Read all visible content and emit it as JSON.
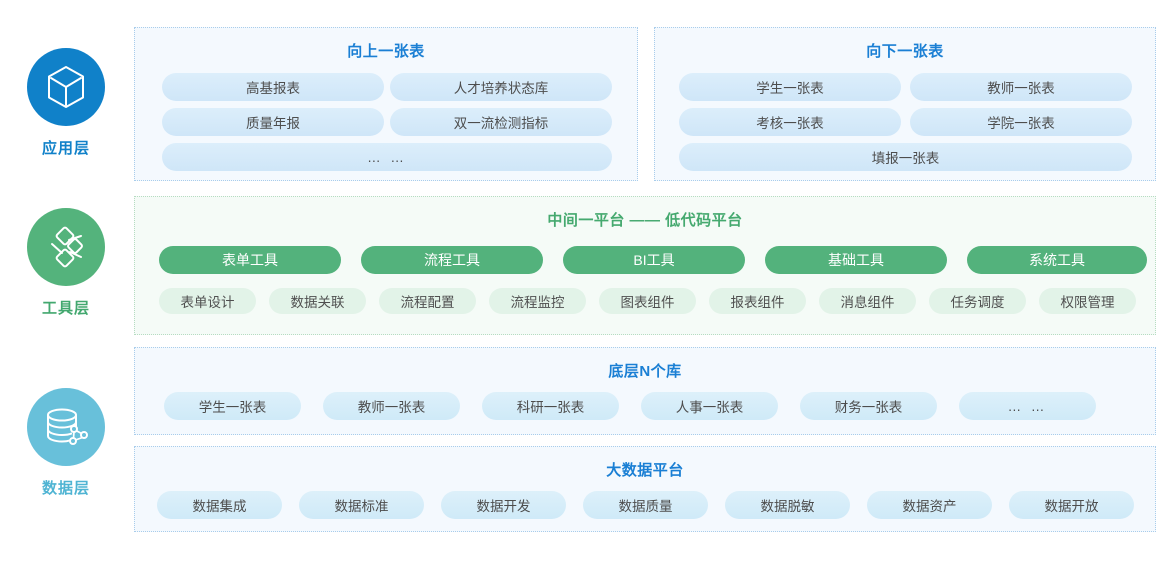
{
  "rail": {
    "layers": [
      {
        "id": "application",
        "label": "应用层",
        "icon": "cube-icon",
        "color": "#1081c9"
      },
      {
        "id": "tool",
        "label": "工具层",
        "icon": "nodes-network-icon",
        "color": "#54b37c"
      },
      {
        "id": "data",
        "label": "数据层",
        "icon": "database-icon",
        "color": "#68c0da"
      }
    ]
  },
  "application_layer": {
    "panels": [
      {
        "title": "向上一张表",
        "rows": [
          [
            "高基报表",
            "人才培养状态库"
          ],
          [
            "质量年报",
            "双一流检测指标"
          ],
          [
            "… …"
          ]
        ]
      },
      {
        "title": "向下一张表",
        "rows": [
          [
            "学生一张表",
            "教师一张表"
          ],
          [
            "考核一张表",
            "学院一张表"
          ],
          [
            "填报一张表"
          ]
        ]
      }
    ]
  },
  "tool_layer": {
    "title": "中间一平台 —— 低代码平台",
    "main_tools": [
      "表单工具",
      "流程工具",
      "BI工具",
      "基础工具",
      "系统工具"
    ],
    "sub_tools": [
      "表单设计",
      "数据关联",
      "流程配置",
      "流程监控",
      "图表组件",
      "报表组件",
      "消息组件",
      "任务调度",
      "权限管理"
    ]
  },
  "data_layer": {
    "panels": [
      {
        "title": "底层N个库",
        "items": [
          "学生一张表",
          "教师一张表",
          "科研一张表",
          "人事一张表",
          "财务一张表",
          "… …"
        ]
      },
      {
        "title": "大数据平台",
        "items": [
          "数据集成",
          "数据标准",
          "数据开发",
          "数据质量",
          "数据脱敏",
          "数据资产",
          "数据开放"
        ]
      }
    ]
  },
  "colors": {
    "application_blue": "#1081c9",
    "tool_green": "#54b37c",
    "data_cyan": "#68c0da",
    "title_blue": "#1a7fd4",
    "title_green": "#45a96f",
    "pill_blue_fill": "#d6e8fa",
    "pill_green_fill": "#53b27c"
  }
}
